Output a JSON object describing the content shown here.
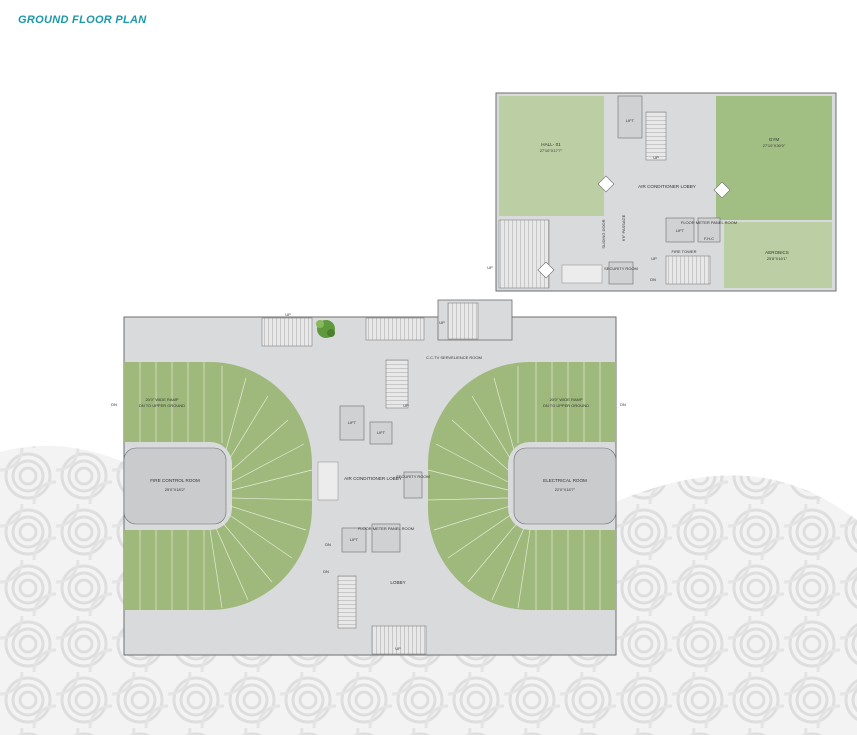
{
  "title": "GROUND FLOOR PLAN",
  "upper_wing": {
    "hall": {
      "name": "HALL- 01",
      "size": "27'10\"X17'7\""
    },
    "gym": {
      "name": "GYM",
      "size": "27'10\"X30'0\""
    },
    "aerobics": {
      "name": "AEROBICS",
      "size": "25'8\"X16'1\""
    },
    "lift_top": "LIFT",
    "lift_mid": "LIFT",
    "ac_lobby": "AIR CONDITIONER LOBBY",
    "passage": "6'6\" PASSAGE",
    "sliding_door": "SLIDING DOOR",
    "floor_meter": "FLOOR METER PANEL ROOM",
    "fhc": "F.H.C",
    "fire_tower": "FIRE TOWER",
    "security_room": "SECURITY ROOM",
    "up_stair": "UP",
    "up_mid": "UP",
    "up_left": "UP",
    "dn": "DN"
  },
  "main_wing": {
    "fire_control": {
      "name": "FIRE CONTROL ROOM",
      "size": "25'0\"X18'2\""
    },
    "electrical": {
      "name": "ELECTRICAL ROOM",
      "size": "22'0\"X18'7\""
    },
    "ramp_left": {
      "line1": "20'0\" WIDE RAMP",
      "line2": "DN TO UPPER GROUND"
    },
    "ramp_right": {
      "line1": "20'0\" WIDE RAMP",
      "line2": "DN TO UPPER GROUND"
    },
    "ac_lobby": "AIR CONDITIONER LOBBY",
    "cctv": "C.C.TV SERVELIENCE ROOM",
    "security_room": "SECURITY ROOM",
    "lift_a": "LIFT",
    "lift_b": "LIFT",
    "lift_c": "LIFT",
    "floor_meter": "FLOOR METER PANEL ROOM",
    "lobby": "LOBBY",
    "up_top": "UP",
    "up_connector": "UP",
    "up_core": "UP",
    "up_bottom": "UP",
    "dn_left": "DN",
    "dn_right": "DN",
    "dn_core": "DN",
    "dn_lower": "DN"
  },
  "colors": {
    "accent_title": "#1a9aa8",
    "room_green": "#b9cf9f",
    "room_green_dark": "#9fbe80",
    "ramp_green": "#9fb97c",
    "floor_grey": "#d8dadc",
    "room_grey": "#c9cbcd",
    "wall": "#6e6e6e",
    "pattern": "#e6e6e6"
  }
}
